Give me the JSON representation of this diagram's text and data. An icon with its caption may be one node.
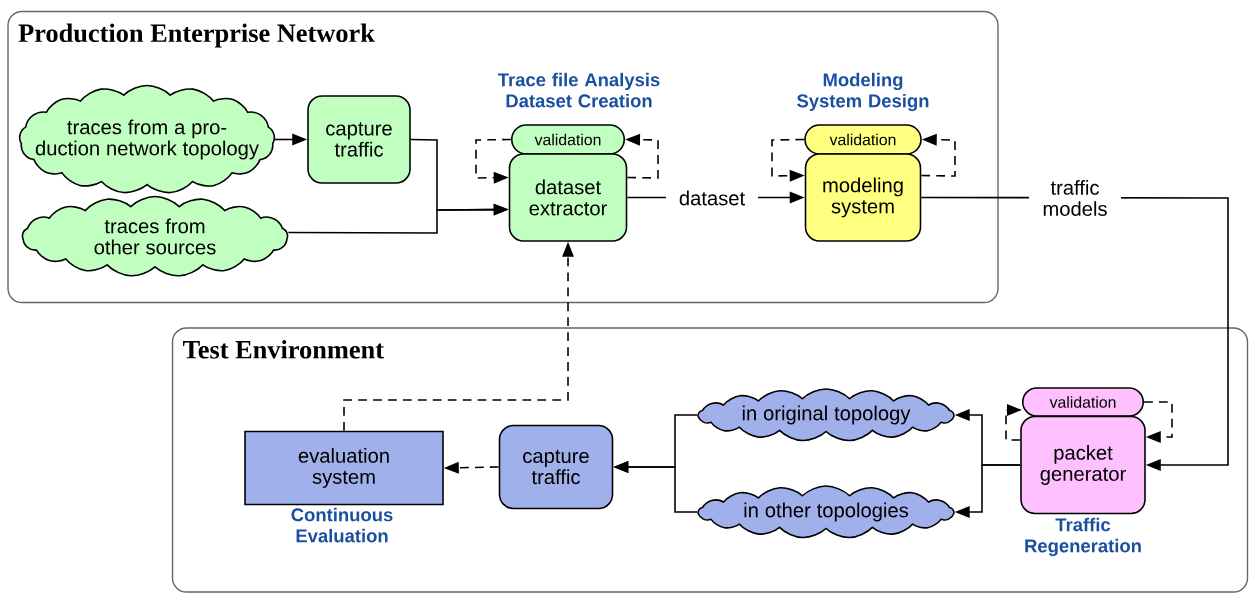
{
  "diagram": {
    "nodes": [
      {
        "text": [
          "Production Enterprise Network"
        ]
      },
      {
        "text": [
          "traces from a pro- duction network topology"
        ],
        "in": 0
      },
      {
        "text": [
          "capture traffic"
        ],
        "in": 0
      },
      {
        "text": [
          "traces from other sources"
        ],
        "in": 0
      },
      {
        "text": [
          "validation"
        ],
        "in": 0,
        "beside": [
          "Trace file Analysis Dataset Creation"
        ]
      },
      {
        "text": [
          "dataset extractor"
        ],
        "in": 0
      },
      {
        "text": [
          "validation"
        ],
        "in": 0,
        "beside": [
          "Modeling System Design"
        ]
      },
      {
        "text": [
          "modeling system"
        ],
        "in": 0
      },
      {
        "text": [
          "Test Environment"
        ]
      },
      {
        "text": [
          "evaluation system"
        ],
        "in": 8,
        "beside": [
          "Continuous Evaluation"
        ]
      },
      {
        "text": [
          "capture traffic"
        ],
        "in": 8
      },
      {
        "text": [
          "in original topology"
        ],
        "in": 8
      },
      {
        "text": [
          "in other topologies"
        ],
        "in": 8
      },
      {
        "text": [
          "validation"
        ],
        "in": 8
      },
      {
        "text": [
          "packet generator"
        ],
        "in": 8,
        "beside": [
          "Traffic Regeneration"
        ]
      }
    ],
    "edges": [
      {
        "from": 1,
        "to": 2,
        "arrow": "to"
      },
      {
        "from": 2,
        "to": 5,
        "arrow": "to"
      },
      {
        "from": 3,
        "to": 5,
        "arrow": "to"
      },
      {
        "from": 4,
        "to": 5,
        "arrow": "to",
        "style": "dashed"
      },
      {
        "from": 5,
        "to": 4,
        "arrow": "to",
        "style": "dashed"
      },
      {
        "from": 5,
        "to": 7,
        "arrow": "to",
        "label": "dataset"
      },
      {
        "from": 6,
        "to": 7,
        "arrow": "to",
        "style": "dashed"
      },
      {
        "from": 7,
        "to": 6,
        "arrow": "to",
        "style": "dashed"
      },
      {
        "from": 7,
        "to": 14,
        "arrow": "to",
        "label": "traffic models"
      },
      {
        "from": 14,
        "to": 13,
        "arrow": "to",
        "style": "dashed"
      },
      {
        "from": 13,
        "to": 14,
        "arrow": "to",
        "style": "dashed"
      },
      {
        "from": 14,
        "to": 11,
        "arrow": "to"
      },
      {
        "from": 14,
        "to": 12,
        "arrow": "to"
      },
      {
        "from": 11,
        "to": 10,
        "arrow": "to"
      },
      {
        "from": 12,
        "to": 10,
        "arrow": "to"
      },
      {
        "from": 10,
        "to": 9,
        "arrow": "to",
        "style": "dashed"
      },
      {
        "from": 9,
        "to": 5,
        "arrow": "to",
        "style": "dashed"
      }
    ]
  }
}
